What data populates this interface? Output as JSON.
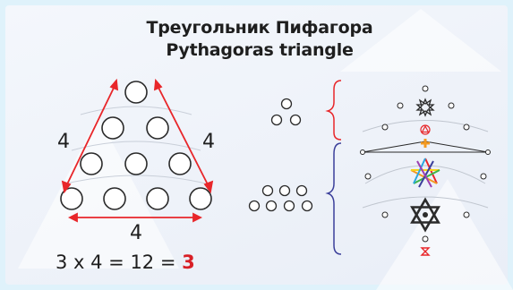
{
  "title": {
    "ru": "Треугольник Пифагора",
    "en": "Pythagoras triangle"
  },
  "triangle": {
    "rows": [
      1,
      2,
      3,
      4
    ],
    "side_labels": {
      "left": "4",
      "right": "4",
      "bottom": "4"
    }
  },
  "formula": {
    "expression": "3 x 4 = 12 = ",
    "result": "3"
  },
  "colors": {
    "arrow_red": "#e8262a",
    "brace_red": "#e8262a",
    "brace_blue": "#3b3f9a",
    "circle_stroke": "#2a2a2a",
    "star_of_david": "#2b2b2b"
  },
  "icons": [
    "six-pointed-star-icon",
    "red-triangle-icon",
    "orange-cross-icon",
    "rainbow-heptagram-icon",
    "star-of-david-icon",
    "red-hourglass-icon"
  ]
}
